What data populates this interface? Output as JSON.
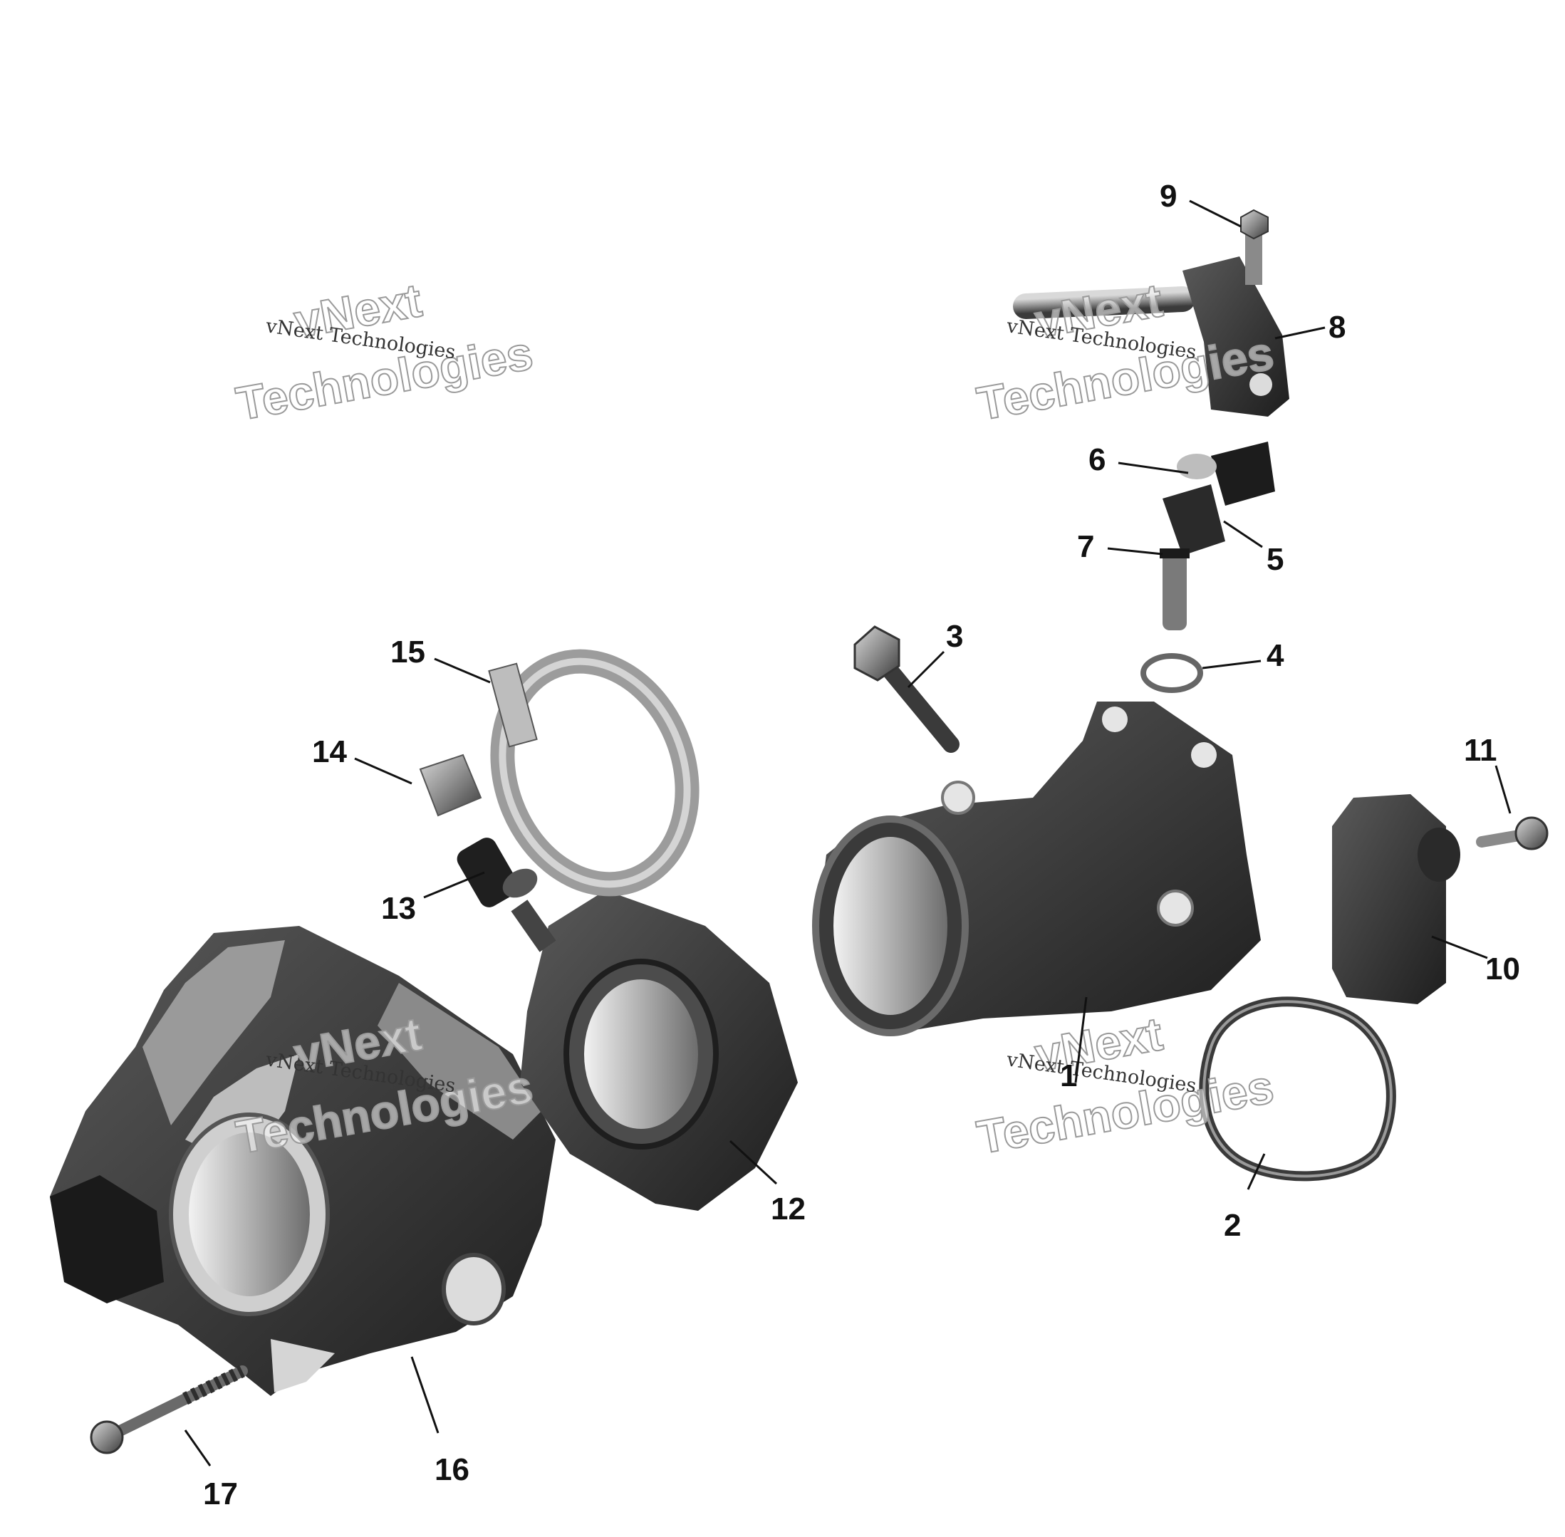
{
  "callouts": [
    "1",
    "2",
    "3",
    "4",
    "5",
    "6",
    "7",
    "8",
    "9",
    "10",
    "11",
    "12",
    "13",
    "14",
    "15",
    "16",
    "17"
  ],
  "watermark": {
    "line1": "vNext",
    "line2": "Technologies",
    "caption": "vNext Technologies"
  },
  "colors": {
    "part_dark": "#2b2b2b",
    "part_mid": "#5a5a5a",
    "part_light": "#a8a8a8",
    "ink": "#111111"
  }
}
